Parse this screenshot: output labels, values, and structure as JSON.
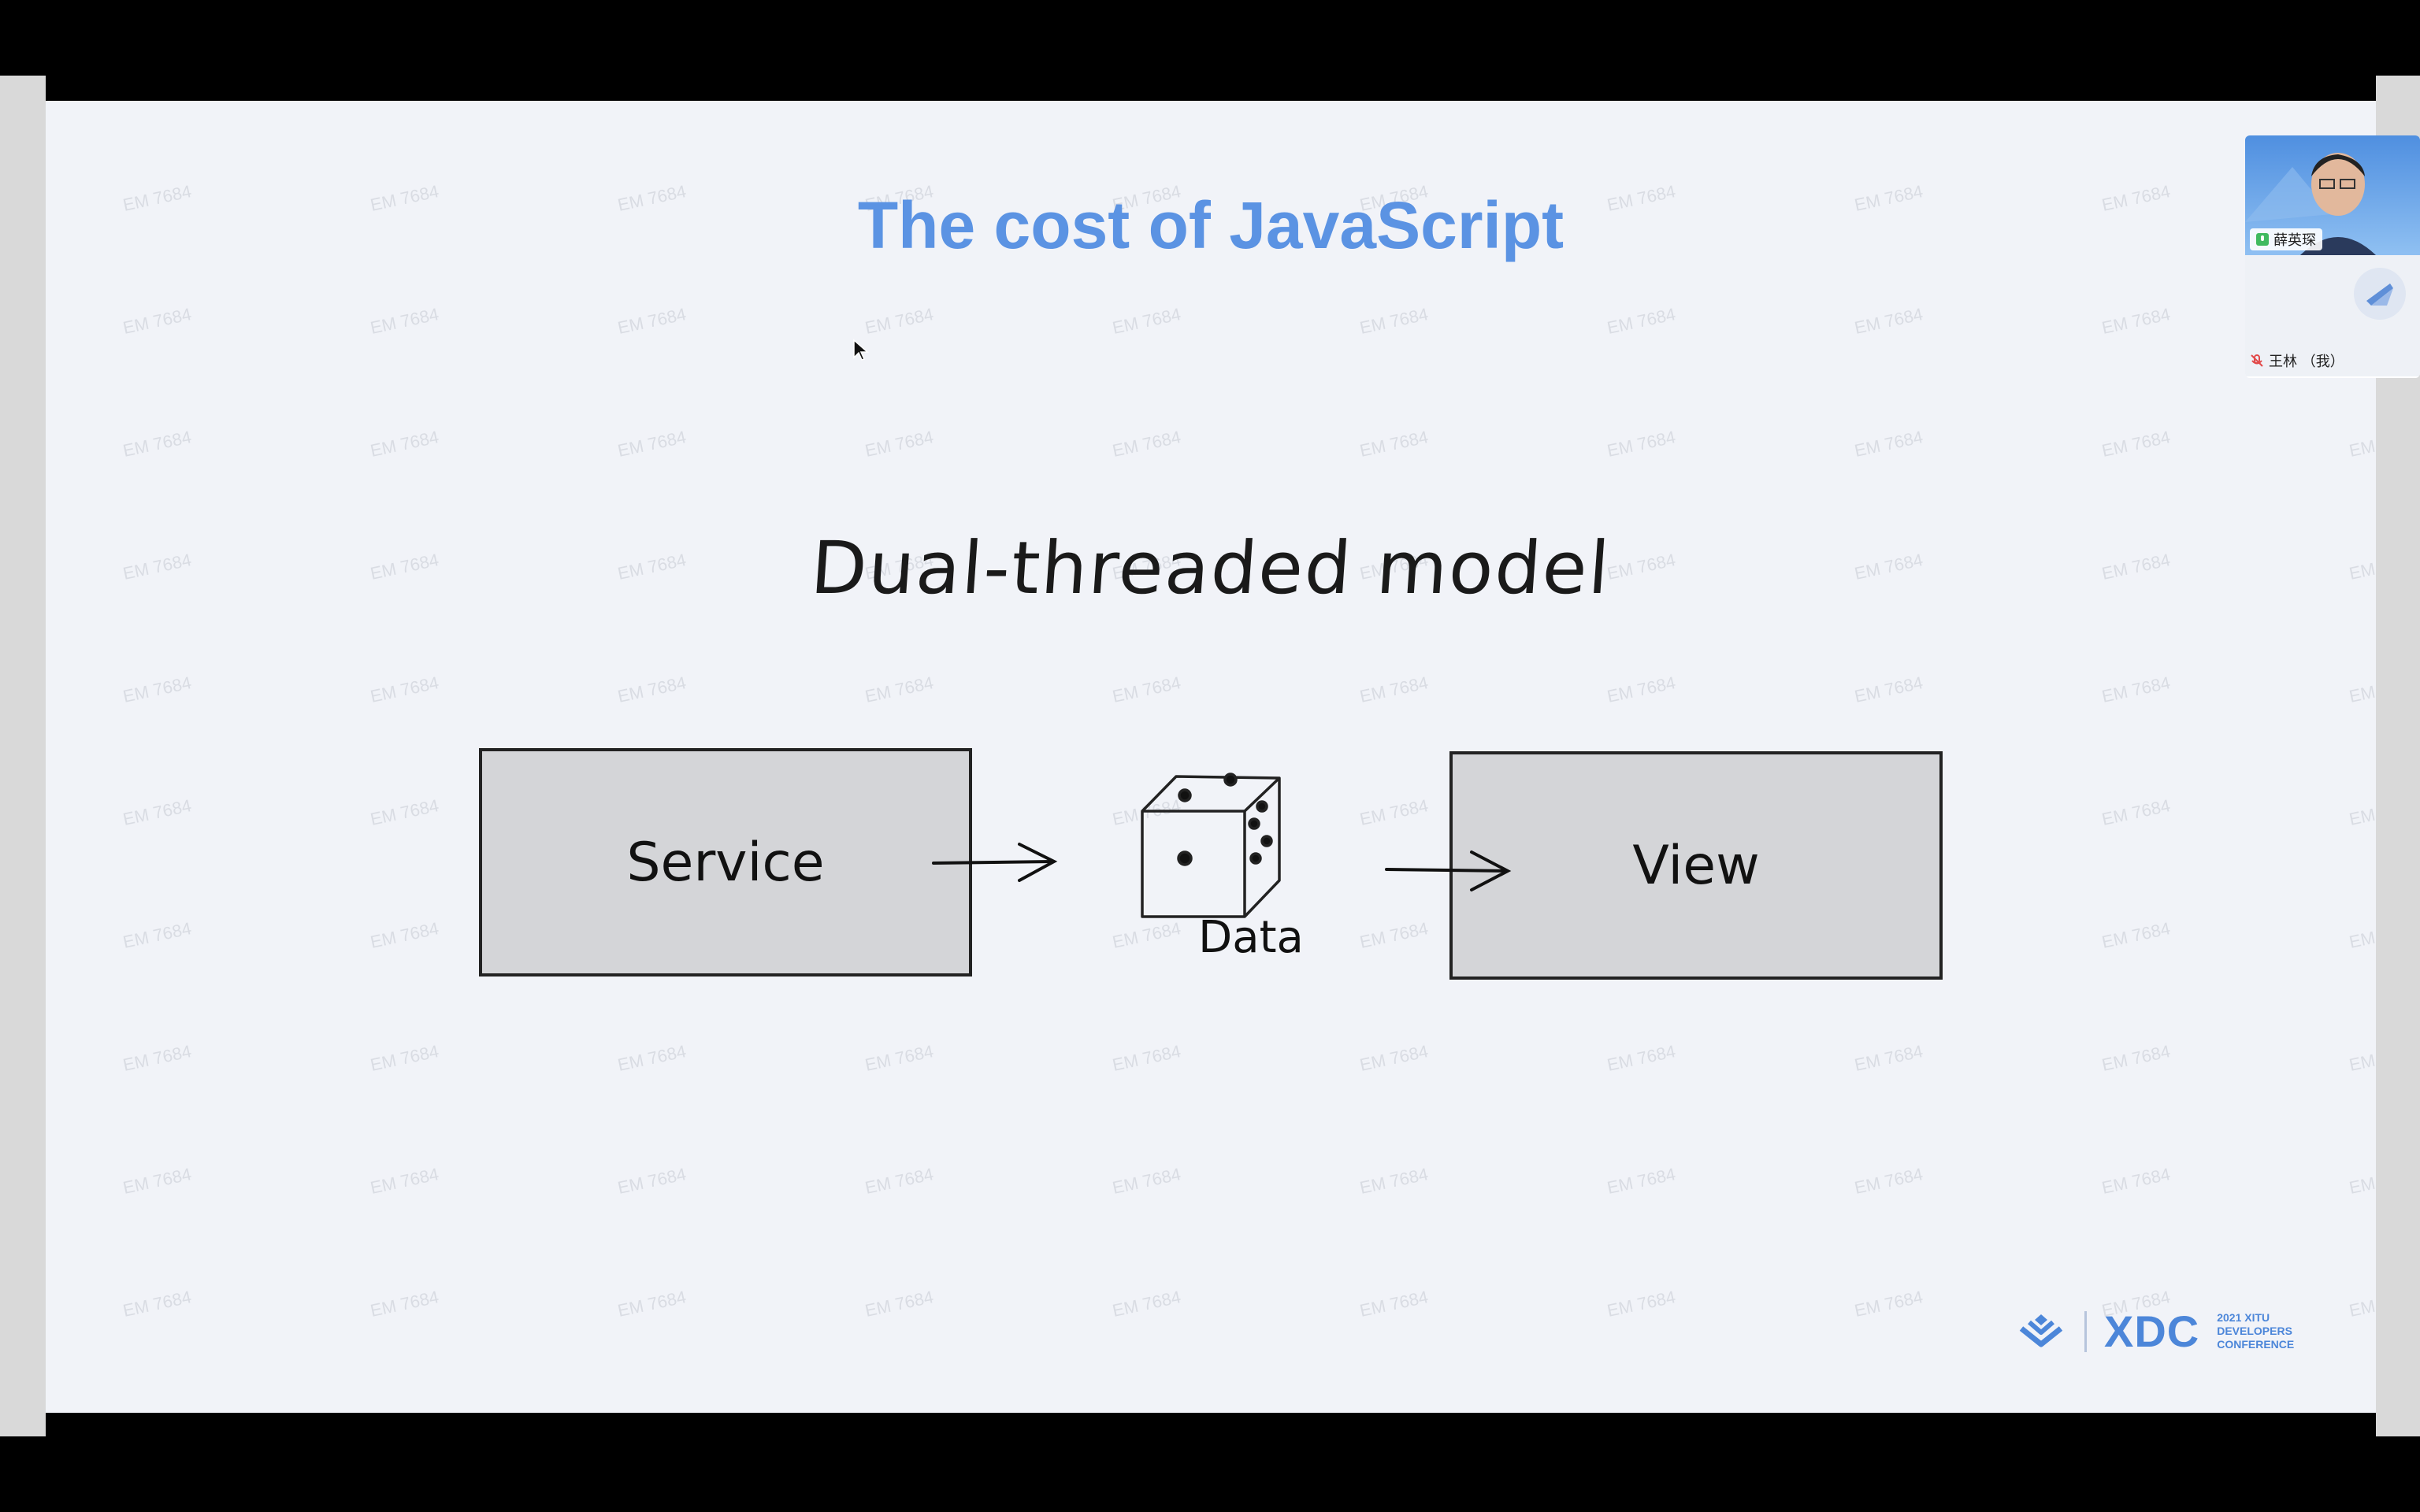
{
  "slide": {
    "title": "The cost of JavaScript",
    "heading": "Dual-threaded model",
    "boxes": {
      "service": "Service",
      "view": "View"
    },
    "data_label": "Data",
    "watermark": "EM 7684"
  },
  "branding": {
    "logo_text": "XDC",
    "subtitle": [
      "2021 XITU",
      "DEVELOPERS",
      "CONFERENCE"
    ]
  },
  "participants": [
    {
      "name": "薛英琛",
      "status_icon": "mic-on-icon"
    },
    {
      "name": "王林 （我）",
      "status_icon": "mic-muted-icon"
    }
  ],
  "colors": {
    "title": "#5b93e3",
    "brand": "#4c86d9",
    "slide_bg": "#f1f3f8",
    "box_fill": "#d4d5d8"
  }
}
